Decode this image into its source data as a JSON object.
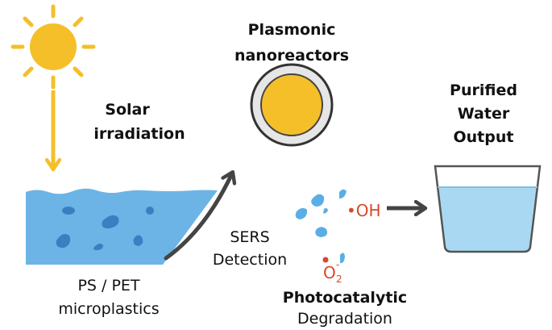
{
  "labels": {
    "plasmonic_1": "Plasmonic",
    "plasmonic_2": "nanoreactors",
    "solar_1": "Solar",
    "solar_2": "irradiation",
    "purified_1": "Purified",
    "purified_2": "Water",
    "purified_3": "Output",
    "sers_1": "SERS",
    "sers_2": "Detection",
    "plastics_1": "PS / PET",
    "plastics_2": "microplastics",
    "degradation_1": "Photocatalytic",
    "degradation_2": "Degradation",
    "oh": "•OH",
    "o2": "O",
    "o2_sub": "2",
    "o2_sup": "-"
  },
  "colors": {
    "sun": "#f5bf2a",
    "water": "#6cb4e6",
    "particles": "#3a7fc1",
    "fragments": "#5aaee6",
    "radical": "#d9472b",
    "arrow": "#444444",
    "cup_water": "#a9d9f2"
  }
}
